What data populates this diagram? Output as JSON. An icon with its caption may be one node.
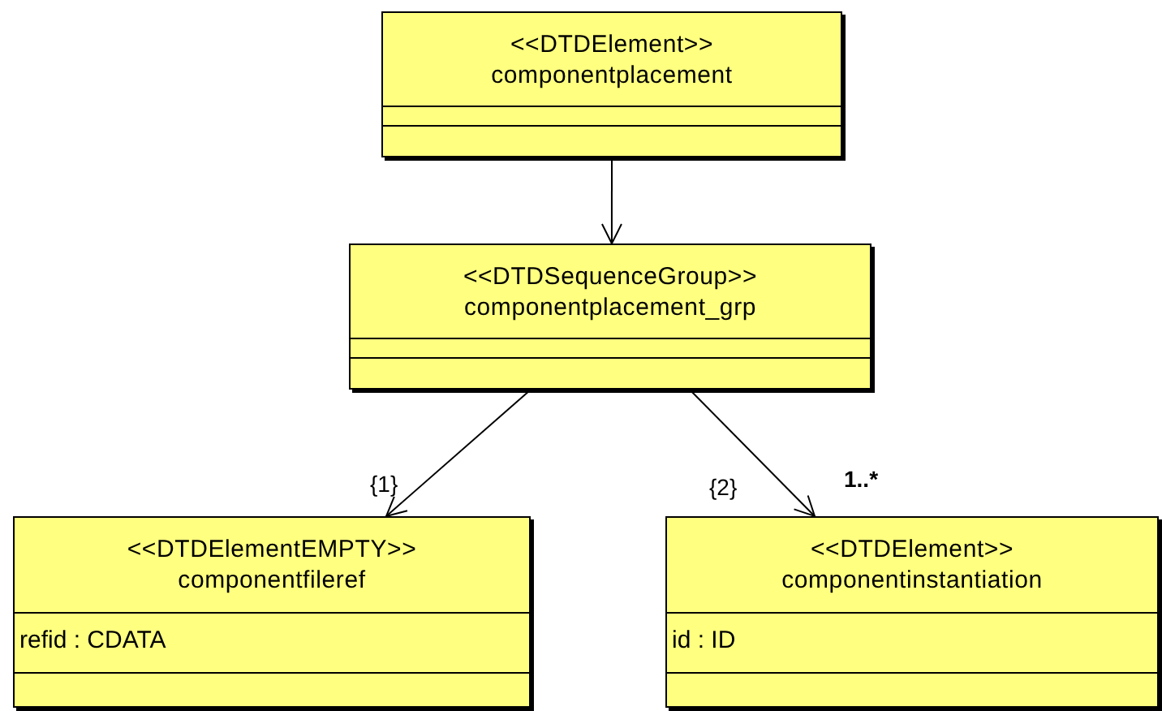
{
  "diagram": {
    "nodes": [
      {
        "text": [
          "<<DTDElement>>",
          "componentplacement"
        ]
      },
      {
        "text": [
          "<<DTDSequenceGroup>>",
          "componentplacement_grp"
        ]
      },
      {
        "text": [
          "<<DTDElementEMPTY>>",
          "componentfileref",
          "refid : CDATA"
        ]
      },
      {
        "text": [
          "<<DTDElement>>",
          "componentinstantiation",
          "id : ID"
        ]
      }
    ],
    "edges": [
      {
        "from": 0,
        "to": 1,
        "arrow": "to"
      },
      {
        "from": 1,
        "to": 2,
        "arrow": "to",
        "label": "{1}"
      },
      {
        "from": 1,
        "to": 3,
        "arrow": "to",
        "label": "{2}"
      }
    ],
    "labels": [
      "1..*"
    ]
  }
}
